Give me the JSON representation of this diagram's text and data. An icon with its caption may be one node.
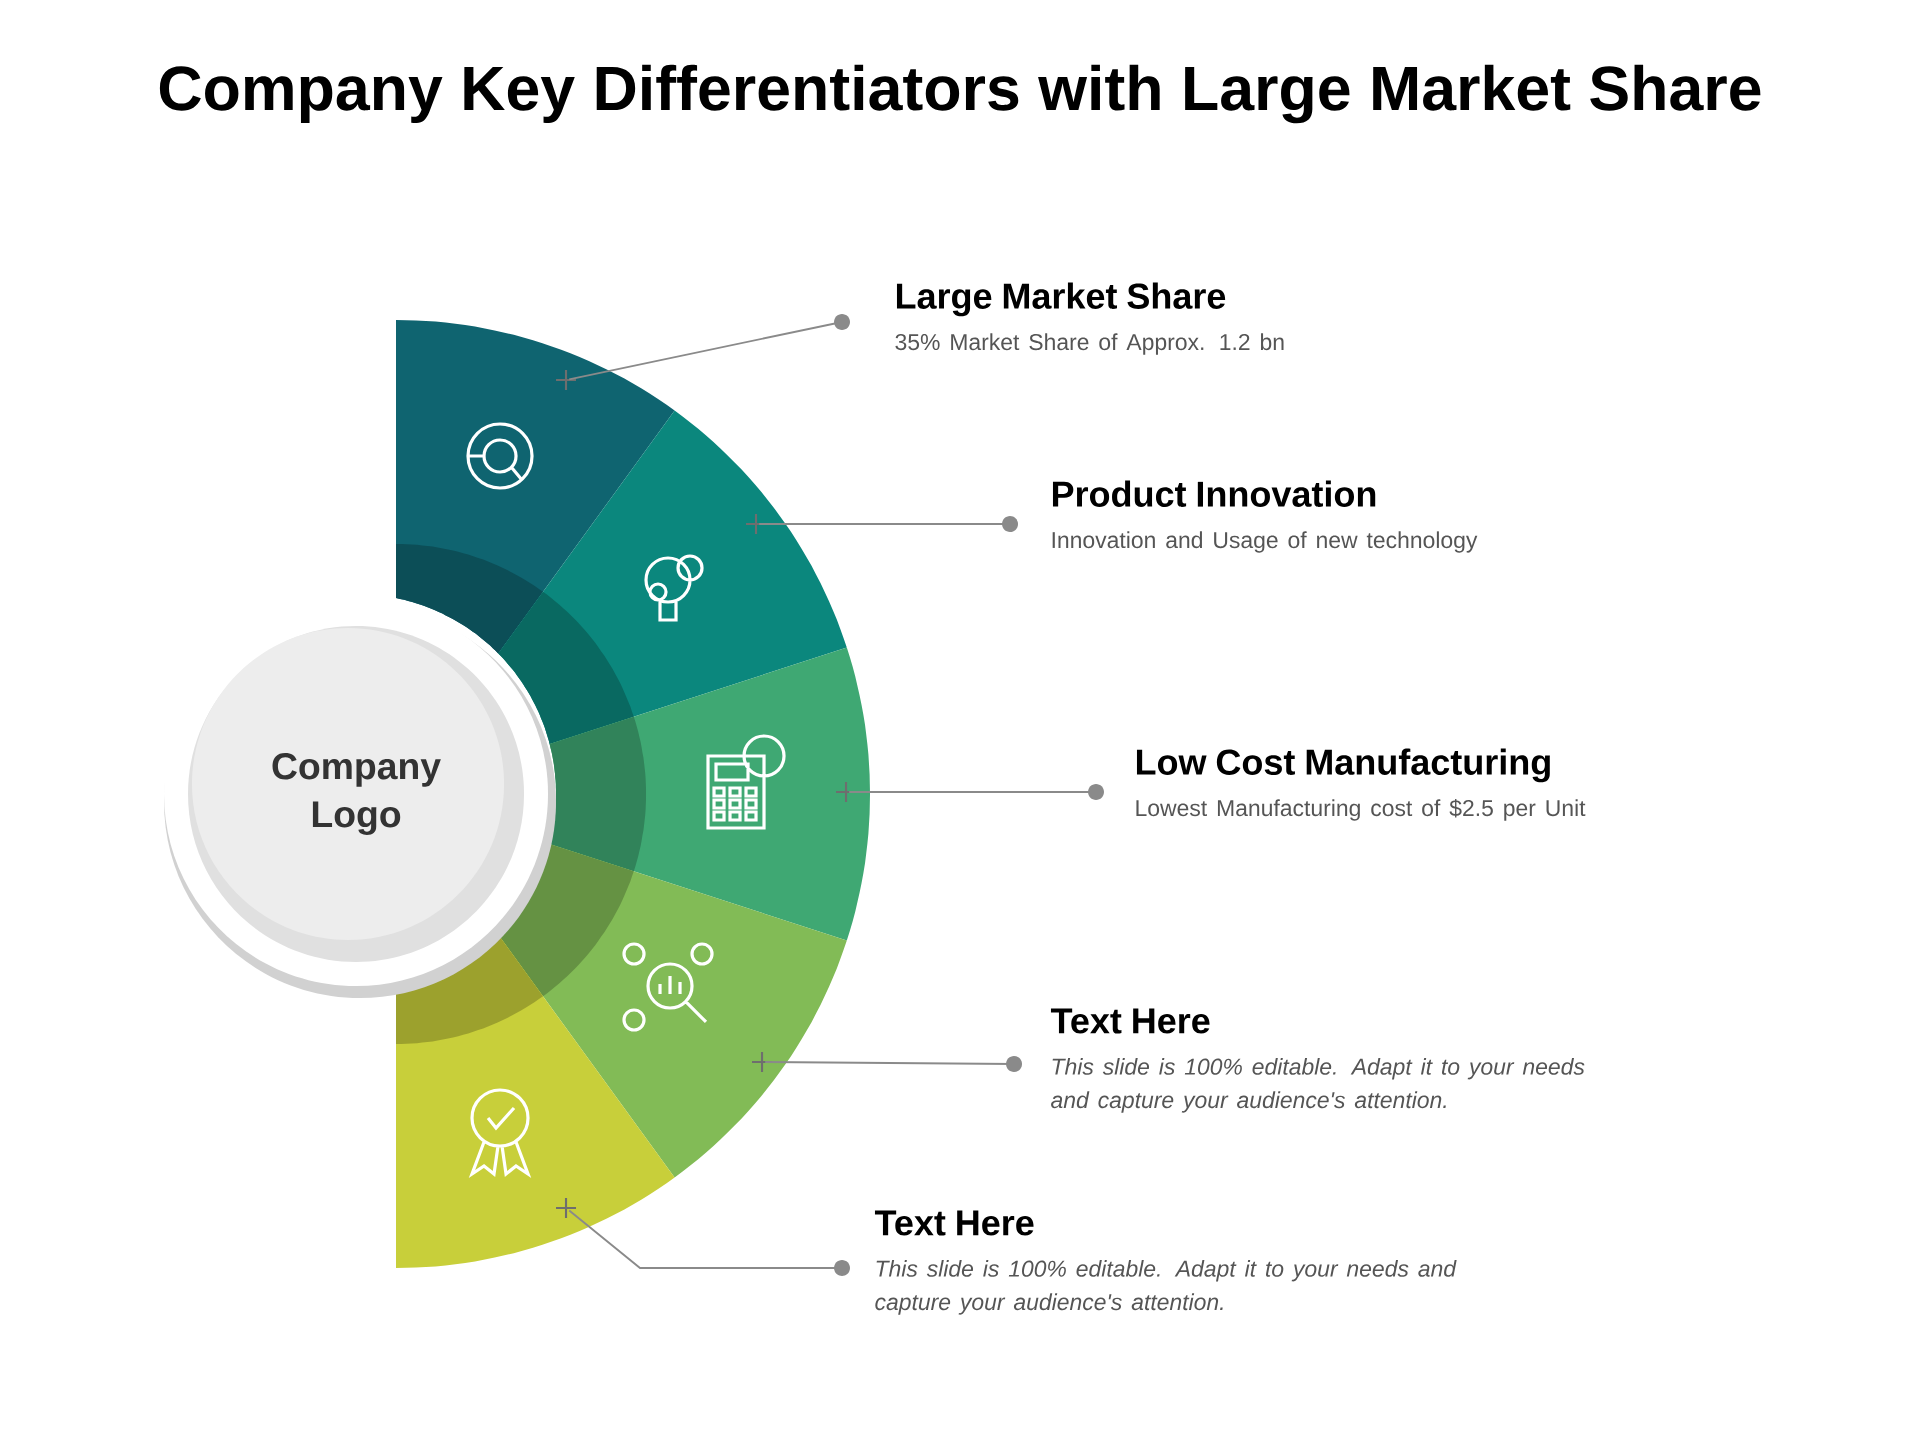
{
  "diagram": {
    "title": "Company Key Differentiators with Large Market Share",
    "nodes": [
      {
        "text": [
          "Company Logo"
        ]
      },
      {
        "text": [],
        "shape": "wedge"
      },
      {
        "text": [],
        "shape": "wedge"
      },
      {
        "text": [],
        "shape": "wedge"
      },
      {
        "text": [],
        "shape": "wedge"
      },
      {
        "text": [],
        "shape": "wedge"
      },
      {
        "text": [
          "Large Market Share",
          "35% Market Share of Approx. 1.2 bn"
        ]
      },
      {
        "text": [
          "Product Innovation",
          "Innovation  and Usage of new technology"
        ]
      },
      {
        "text": [
          "Low Cost Manufacturing",
          "Lowest Manufacturing cost of $2.5 per Unit"
        ]
      },
      {
        "text": [
          "Text Here",
          "This slide is 100% editable. Adapt it to your needs and capture your audience's attention."
        ]
      },
      {
        "text": [
          "Text Here",
          "This slide is 100% editable. Adapt it to your needs and capture your audience's attention."
        ]
      }
    ],
    "edges": [
      {
        "from": 6,
        "to": 1,
        "arrow": "other"
      },
      {
        "from": 7,
        "to": 2,
        "arrow": "other"
      },
      {
        "from": 8,
        "to": 3,
        "arrow": "other"
      },
      {
        "from": 9,
        "to": 4,
        "arrow": "other"
      },
      {
        "from": 10,
        "to": 5,
        "arrow": "other"
      }
    ]
  }
}
